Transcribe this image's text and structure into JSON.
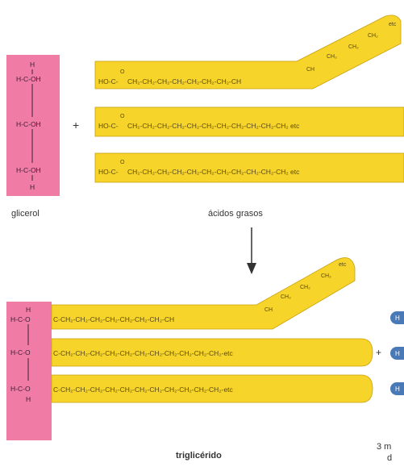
{
  "colors": {
    "glycerol": "#f07ca6",
    "fatty_acid": "#f7d42a",
    "water": "#4a79b8",
    "arrow": "#333333"
  },
  "labels": {
    "glycerol": "glicerol",
    "fatty_acids": "ácidos grasos",
    "triglyceride": "triglicérido",
    "plus": "+",
    "water_caption_1": "3 m",
    "water_caption_2": "d"
  },
  "glycerol": {
    "rows": [
      "H",
      "H-C-OH",
      "H-C-OH",
      "H-C-OH",
      "H"
    ]
  },
  "fatty_acids": [
    {
      "head": "HO-C-",
      "o": "O",
      "chain": "CH₂-CH₂-CH₂-CH₂-CH₂-CH₂-CH₂-CH",
      "bent": [
        "CH",
        "CH₂",
        "CH₂",
        "CH₂",
        "etc"
      ]
    },
    {
      "head": "HO-C-",
      "o": "O",
      "chain": "CH₂-CH₂-CH₂-CH₂-CH₂-CH₂-CH₂-CH₂-CH₂-CH₂-CH₂ etc"
    },
    {
      "head": "HO-C-",
      "o": "O",
      "chain": "CH₂-CH₂-CH₂-CH₂-CH₂-CH₂-CH₂-CH₂-CH₂-CH₂-CH₂ etc"
    }
  ],
  "triglyceride": {
    "glycerol_rows": [
      "H",
      "H-C-O",
      "H-C-O",
      "H-C-O",
      "H"
    ],
    "chains": [
      {
        "text": "C-CH₂-CH₂-CH₂-CH₂-CH₂-CH₂-CH₂-CH",
        "bent": [
          "CH",
          "CH₂",
          "CH₂",
          "CH₂",
          "etc"
        ]
      },
      {
        "text": "C-CH₂-CH₂-CH₂-CH₂-CH₂-CH₂-CH₂-CH₂-CH₂-CH₂-CH₂-etc"
      },
      {
        "text": "C-CH₂-CH₂-CH₂-CH₂-CH₂-CH₂-CH₂-CH₂-CH₂-CH₂-CH₂-etc"
      }
    ]
  },
  "water": {
    "symbol": "H"
  }
}
